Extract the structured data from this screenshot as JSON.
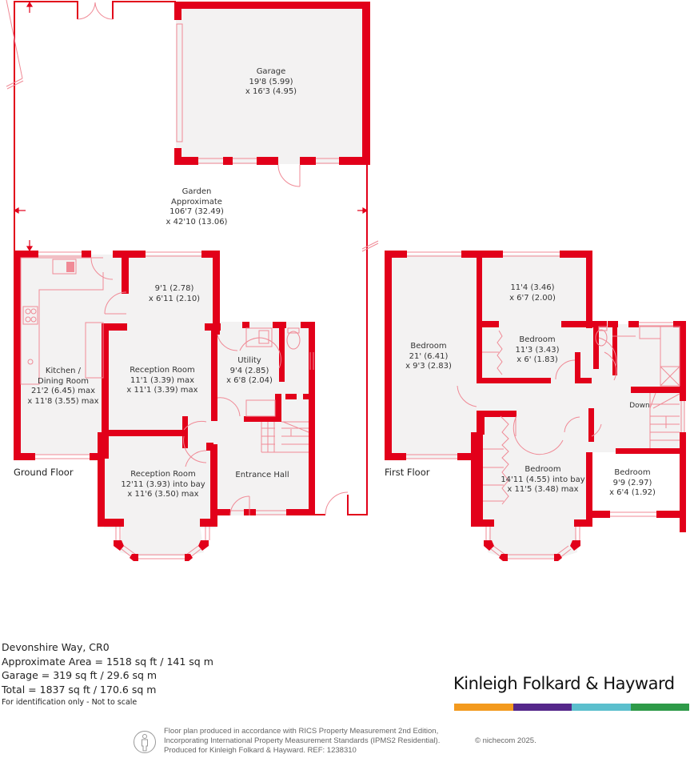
{
  "colors": {
    "wall": "#e2001a",
    "fixture": "#f08a96",
    "floor": "#f3f2f2",
    "brand_bar": [
      "#f39a1e",
      "#55288a",
      "#5bbfcd",
      "#2e9a48"
    ]
  },
  "ground_floor": {
    "label": "Ground Floor",
    "rooms": [
      {
        "id": "garage",
        "lines": [
          "Garage",
          "19'8 (5.99)",
          "x 16'3 (4.95)"
        ]
      },
      {
        "id": "garden",
        "lines": [
          "Garden",
          "Approximate",
          "106'7 (32.49)",
          "x 42'10 (13.06)"
        ]
      },
      {
        "id": "kitchen",
        "lines": [
          "Kitchen /",
          "Dining Room",
          "21'2 (6.45) max",
          "x 11'8 (3.55) max"
        ]
      },
      {
        "id": "rear-lobby",
        "lines": [
          "9'1 (2.78)",
          "x 6'11 (2.10)"
        ]
      },
      {
        "id": "reception-1",
        "lines": [
          "Reception Room",
          "11'1 (3.39) max",
          "x 11'1 (3.39) max"
        ]
      },
      {
        "id": "utility",
        "lines": [
          "Utility",
          "9'4 (2.85)",
          "x 6'8 (2.04)"
        ]
      },
      {
        "id": "reception-2",
        "lines": [
          "Reception Room",
          "12'11 (3.93) into bay",
          "x 11'6 (3.50) max"
        ]
      },
      {
        "id": "entrance-hall",
        "lines": [
          "Entrance Hall"
        ]
      }
    ]
  },
  "first_floor": {
    "label": "First Floor",
    "rooms": [
      {
        "id": "bedroom-1",
        "lines": [
          "Bedroom",
          "21' (6.41)",
          "x 9'3 (2.83)"
        ]
      },
      {
        "id": "bedroom-2-ext",
        "lines": [
          "11'4 (3.46)",
          "x 6'7 (2.00)"
        ]
      },
      {
        "id": "bedroom-2",
        "lines": [
          "Bedroom",
          "11'3 (3.43)",
          "x 6' (1.83)"
        ]
      },
      {
        "id": "bedroom-3",
        "lines": [
          "Bedroom",
          "14'11 (4.55) into bay",
          "x 11'5 (3.48) max"
        ]
      },
      {
        "id": "bedroom-4",
        "lines": [
          "Bedroom",
          "9'9 (2.97)",
          "x 6'4 (1.92)"
        ]
      },
      {
        "id": "stairs-down",
        "lines": [
          "Down"
        ]
      }
    ]
  },
  "property": {
    "address": "Devonshire Way, CR0",
    "approx_area": "Approximate Area = 1518 sq ft / 141 sq m",
    "garage_area": "Garage = 319 sq ft / 29.6 sq m",
    "total_area": "Total = 1837 sq ft / 170.6 sq m",
    "disclaimer": "For identification only - Not to scale"
  },
  "brand": {
    "name": "Kinleigh Folkard & Hayward"
  },
  "footer": {
    "line1": "Floor plan produced in accordance with RICS Property Measurement 2nd Edition,",
    "line2": "Incorporating International Property Measurement Standards (IPMS2 Residential).",
    "line3": "Produced for Kinleigh Folkard & Hayward.   REF: 1238310",
    "copyright": "© nichecom 2025."
  }
}
